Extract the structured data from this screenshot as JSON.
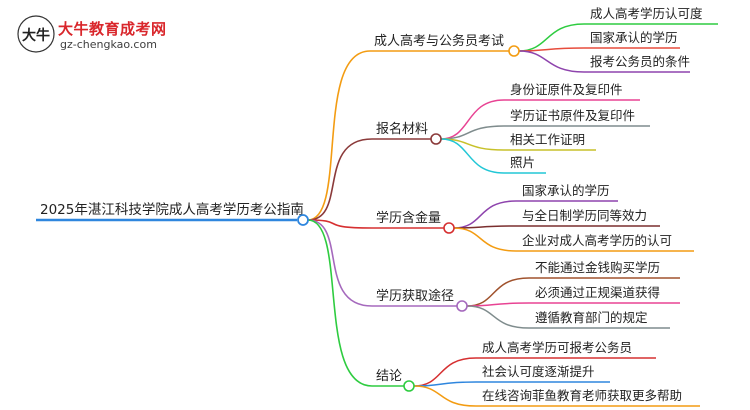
{
  "site": {
    "name": "大牛教育成考网",
    "url": "gz-chengkao.com",
    "badge": "大牛"
  },
  "mindmap": {
    "root": "2025年湛江科技学院成人高考学历考公指南",
    "branches": [
      {
        "label": "成人高考与公务员考试",
        "color": "#f39c12",
        "children": [
          "成人高考学历认可度",
          "国家承认的学历",
          "报考公务员的条件"
        ],
        "child_colors": [
          "#2ecc40",
          "#e74c3c",
          "#8e44ad"
        ]
      },
      {
        "label": "报名材料",
        "color": "#8b3a3a",
        "children": [
          "身份证原件及复印件",
          "学历证书原件及复印件",
          "相关工作证明",
          "照片"
        ],
        "child_colors": [
          "#e84393",
          "#7f8c8d",
          "#c7c12a",
          "#22c7d6"
        ]
      },
      {
        "label": "学历含金量",
        "color": "#d63031",
        "children": [
          "国家承认的学历",
          "与全日制学历同等效力",
          "企业对成人高考学历的认可"
        ],
        "child_colors": [
          "#8e44ad",
          "#7a2e2e",
          "#f39c12"
        ]
      },
      {
        "label": "学历获取途径",
        "color": "#a569bd",
        "children": [
          "不能通过金钱购买学历",
          "必须通过正规渠道获得",
          "遵循教育部门的规定"
        ],
        "child_colors": [
          "#a0522d",
          "#e84393",
          "#7f8c8d"
        ]
      },
      {
        "label": "结论",
        "color": "#2ecc40",
        "children": [
          "成人高考学历可报考公务员",
          "社会认可度逐渐提升",
          "在线咨询菲鱼教育老师获取更多帮助"
        ],
        "child_colors": [
          "#d63031",
          "#2e86de",
          "#f39c12"
        ]
      }
    ]
  },
  "colors": {
    "root_line": "#2e86de",
    "background": "#ffffff"
  }
}
